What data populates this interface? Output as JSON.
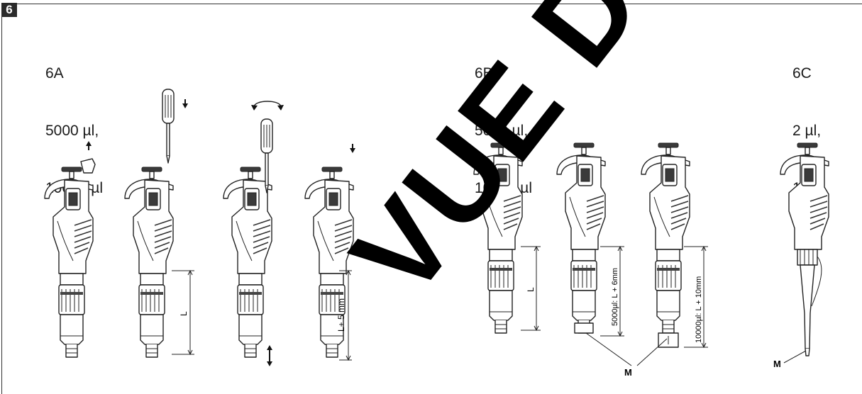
{
  "figure_number": "6",
  "sections": [
    {
      "id": "6A",
      "lines": [
        "6A",
        "5000 µl,",
        "10000 µl"
      ]
    },
    {
      "id": "6B",
      "lines": [
        "6B",
        "5000 µl,",
        "10000 µl"
      ]
    },
    {
      "id": "6C",
      "lines": [
        "6C",
        "2 µl,",
        "10 µl"
      ]
    }
  ],
  "dimension_labels": {
    "a2": "L",
    "a4": "L+ 5 mm",
    "b1": "L",
    "b2": "5000µl: L + 6mm",
    "b3": "10000µl: L + 10mm"
  },
  "callouts": {
    "marker_b": "M",
    "marker_c": "M"
  },
  "watermark_text": "VUE DUTSCHER",
  "icons": [
    "screwdriver-icon",
    "rotate-arrow-icon",
    "arrow-up-icon",
    "arrow-down-icon",
    "double-arrow-icon"
  ]
}
